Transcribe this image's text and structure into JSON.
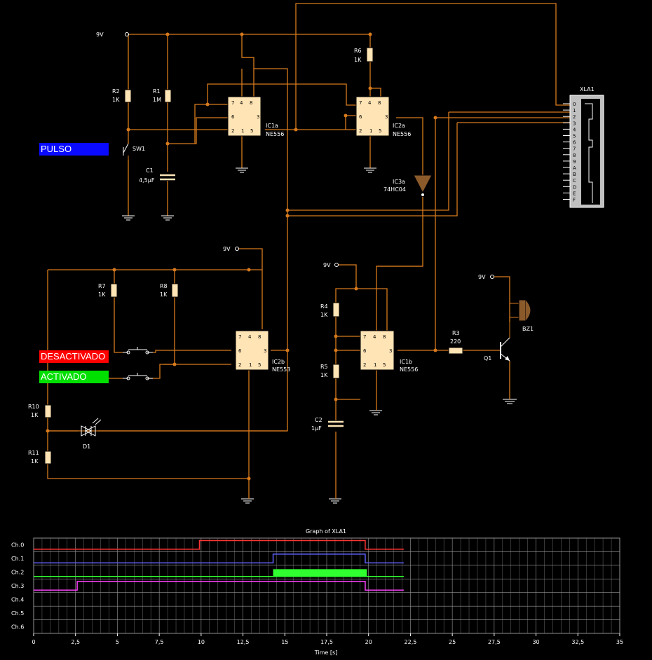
{
  "controls": {
    "pulso": {
      "label": "PULSO",
      "color": "#0a0aff"
    },
    "desactivado": {
      "label": "DESACTIVADO",
      "color": "#ff0000"
    },
    "activado": {
      "label": "ACTIVADO",
      "color": "#00e000"
    }
  },
  "components": {
    "supply1": "9V",
    "supply2": "9V",
    "supply3": "9V",
    "supply4": "9V",
    "r2_name": "R2",
    "r2_val": "1K",
    "r1_name": "R1",
    "r1_val": "1M",
    "c1_name": "C1",
    "c1_val": "4,5µF",
    "sw1": "SW1",
    "r6_name": "R6",
    "r6_val": "1K",
    "ic1a_name": "IC1a",
    "ic1a_part": "NE556",
    "ic2a_name": "IC2a",
    "ic2a_part": "NE556",
    "ic3a_name": "IC3a",
    "ic3a_part": "74HC04",
    "ic2b_name": "IC2b",
    "ic2b_part": "NE553",
    "ic1b_name": "IC1b",
    "ic1b_part": "NE556",
    "r7_name": "R7",
    "r7_val": "1K",
    "r8_name": "R8",
    "r8_val": "1K",
    "r10_name": "R10",
    "r10_val": "1K",
    "r11_name": "R11",
    "r11_val": "1K",
    "d1": "D1",
    "r4_name": "R4",
    "r4_val": "1K",
    "r5_name": "R5",
    "r5_val": "1K",
    "c2_name": "C2",
    "c2_val": "1µF",
    "r3_name": "R3",
    "r3_val": "220",
    "q1": "Q1",
    "bz1": "BZ1",
    "xla1": "XLA1",
    "xla_pins": [
      "0",
      "1",
      "2",
      "3",
      "4",
      "5",
      "6",
      "7",
      "8",
      "9",
      "A",
      "B",
      "C",
      "D",
      "E",
      "F"
    ]
  },
  "colors": {
    "wire": "#d77a1c",
    "chip": "#ffe4b5",
    "ch0": "#ff3333",
    "ch1": "#6060ff",
    "ch2": "#30ff30",
    "ch3": "#ff40ff"
  },
  "chart_data": {
    "type": "line",
    "title": "Graph of XLA1",
    "xlabel": "Time [s]",
    "xlim": [
      0,
      35
    ],
    "x_ticks": [
      "0",
      "2,5",
      "5",
      "7,5",
      "10",
      "12,5",
      "15",
      "17,5",
      "20",
      "22,5",
      "25",
      "27,5",
      "30",
      "32,5",
      "35"
    ],
    "channels": [
      "Ch.0",
      "Ch.1",
      "Ch.2",
      "Ch.3",
      "Ch.4",
      "Ch.5",
      "Ch.6"
    ],
    "series": [
      {
        "name": "Ch.0",
        "color": "#ff3333",
        "points": [
          [
            0,
            0
          ],
          [
            9.9,
            0
          ],
          [
            9.9,
            1
          ],
          [
            19.8,
            1
          ],
          [
            19.8,
            0
          ],
          [
            22.1,
            0
          ]
        ]
      },
      {
        "name": "Ch.1",
        "color": "#6060ff",
        "points": [
          [
            0,
            0
          ],
          [
            14.3,
            0
          ],
          [
            14.3,
            1
          ],
          [
            19.8,
            1
          ],
          [
            19.8,
            0
          ],
          [
            22.1,
            0
          ]
        ]
      },
      {
        "name": "Ch.2",
        "color": "#30ff30",
        "points": [
          [
            0,
            0
          ],
          [
            14.3,
            0
          ],
          [
            14.3,
            0.5
          ],
          [
            19.9,
            0.5
          ],
          [
            19.9,
            0
          ],
          [
            22.1,
            0
          ]
        ],
        "oscillating_interval": [
          14.3,
          19.9
        ]
      },
      {
        "name": "Ch.3",
        "color": "#ff40ff",
        "points": [
          [
            0,
            0
          ],
          [
            2.6,
            0
          ],
          [
            2.6,
            1
          ],
          [
            19.8,
            1
          ],
          [
            19.8,
            0
          ],
          [
            22.1,
            0
          ]
        ]
      }
    ]
  }
}
